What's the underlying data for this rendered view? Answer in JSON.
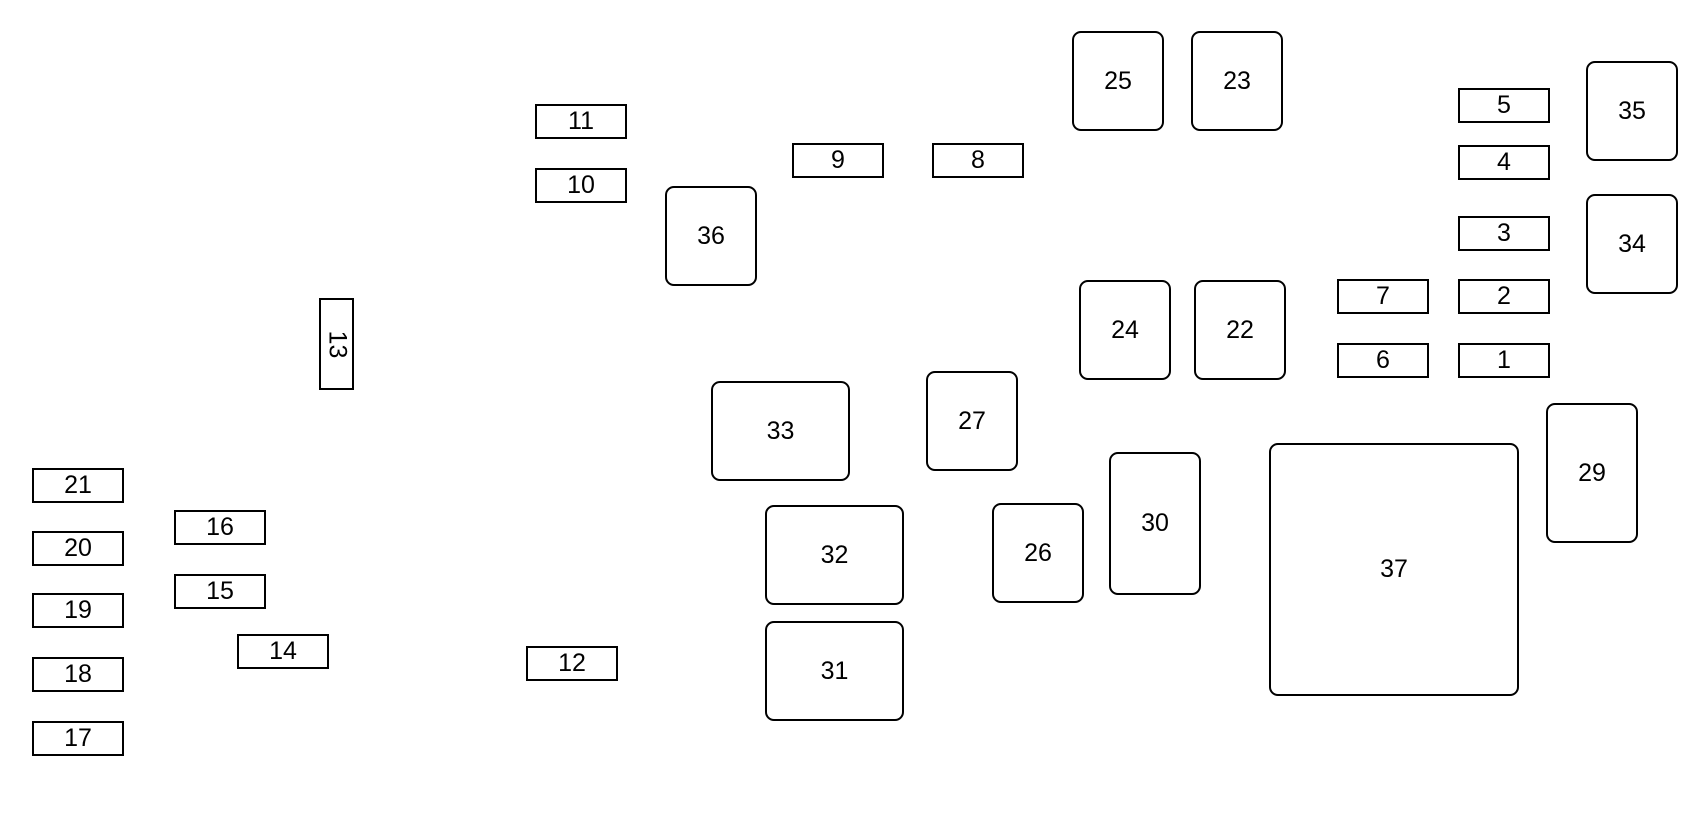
{
  "fuses": {
    "f1": "1",
    "f2": "2",
    "f3": "3",
    "f4": "4",
    "f5": "5",
    "f6": "6",
    "f7": "7",
    "f8": "8",
    "f9": "9",
    "f10": "10",
    "f11": "11",
    "f12": "12",
    "f13": "13",
    "f14": "14",
    "f15": "15",
    "f16": "16",
    "f17": "17",
    "f18": "18",
    "f19": "19",
    "f20": "20",
    "f21": "21"
  },
  "relays": {
    "r22": "22",
    "r23": "23",
    "r24": "24",
    "r25": "25",
    "r26": "26",
    "r27": "27",
    "r29": "29",
    "r30": "30",
    "r31": "31",
    "r32": "32",
    "r33": "33",
    "r34": "34",
    "r35": "35",
    "r36": "36",
    "r37": "37"
  }
}
